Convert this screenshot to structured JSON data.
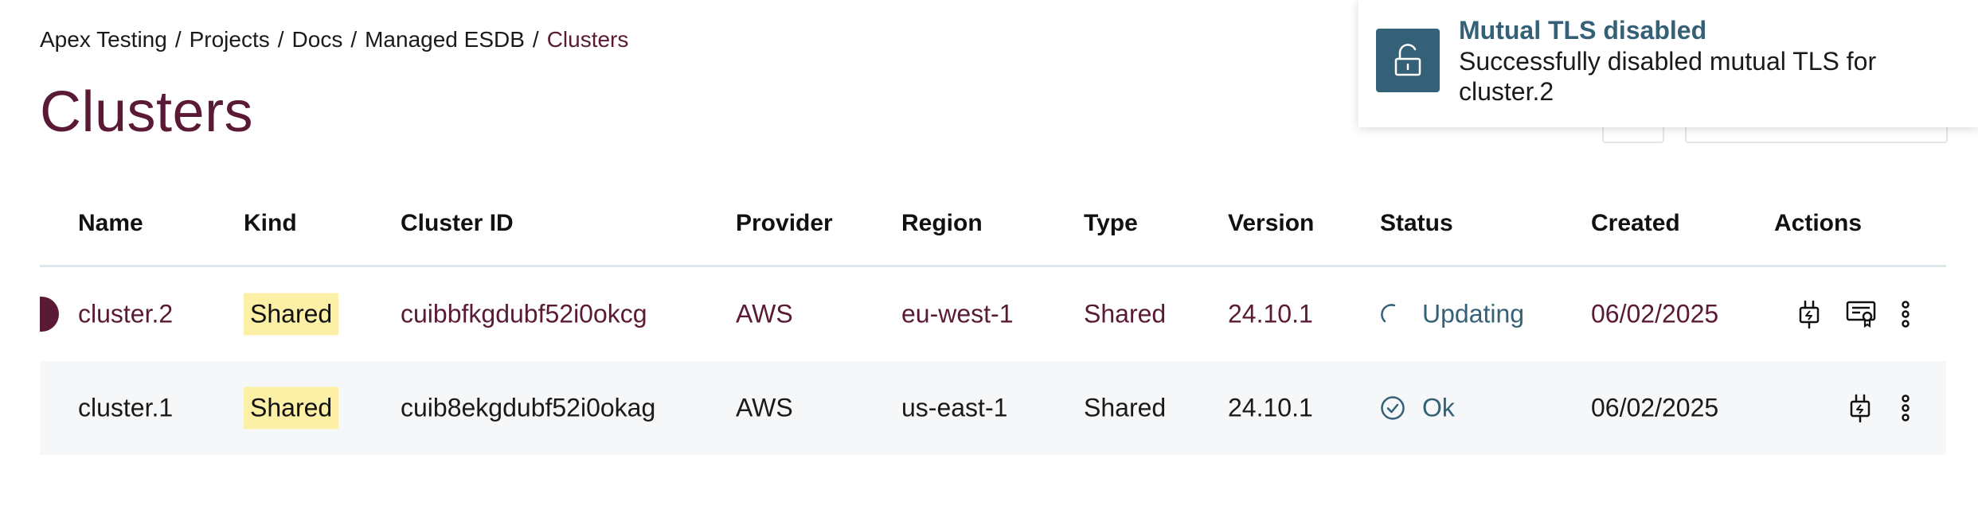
{
  "breadcrumb": {
    "items": [
      "Apex Testing",
      "Projects",
      "Docs",
      "Managed ESDB"
    ],
    "current": "Clusters",
    "separator": "/"
  },
  "page": {
    "title": "Clusters"
  },
  "table": {
    "columns": {
      "name": "Name",
      "kind": "Kind",
      "cluster_id": "Cluster ID",
      "provider": "Provider",
      "region": "Region",
      "type": "Type",
      "version": "Version",
      "status": "Status",
      "created": "Created",
      "actions": "Actions"
    },
    "rows": [
      {
        "name": "cluster.2",
        "kind": "Shared",
        "cluster_id": "cuibbfkgdubf52i0okcg",
        "provider": "AWS",
        "region": "eu-west-1",
        "type": "Shared",
        "version": "24.10.1",
        "status": "Updating",
        "status_icon": "spinner-icon",
        "created": "06/02/2025",
        "actions": [
          "plug-icon",
          "certificate-icon",
          "kebab-menu-icon"
        ]
      },
      {
        "name": "cluster.1",
        "kind": "Shared",
        "cluster_id": "cuib8ekgdubf52i0okag",
        "provider": "AWS",
        "region": "us-east-1",
        "type": "Shared",
        "version": "24.10.1",
        "status": "Ok",
        "status_icon": "check-circle-icon",
        "created": "06/02/2025",
        "actions": [
          "plug-icon",
          "kebab-menu-icon"
        ]
      }
    ]
  },
  "toast": {
    "title": "Mutual TLS disabled",
    "message": "Successfully disabled mutual TLS for cluster.2",
    "icon": "unlock-icon"
  },
  "colors": {
    "brand": "#5a1a35",
    "accent": "#356178",
    "badge_bg": "#fbf0a6",
    "row_alt_bg": "#f5f7f9"
  }
}
